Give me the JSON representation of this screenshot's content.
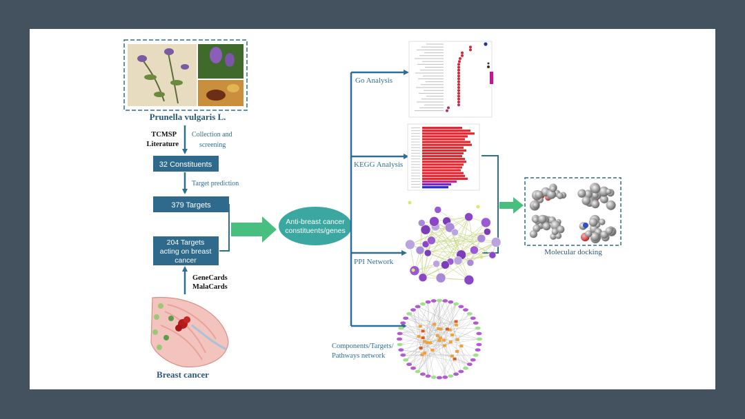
{
  "colors": {
    "frame": "#44515e",
    "arrow_blue": "#2e6f91",
    "box_blue": "#2f6a8c",
    "teal": "#3aa7a1",
    "green_arrow": "#47c07f",
    "title_blue": "#2c5777"
  },
  "left": {
    "herb_title": "Prunella vulgaris L.",
    "tcmsp": "TCMSP",
    "literature": "Literature",
    "collection_line1": "Collection and",
    "collection_line2": "screening",
    "constituents_box": "32  Constituents",
    "target_prediction": "Target prediction",
    "targets_box": "379  Targets",
    "acting_line1": "204   Targets",
    "acting_line2": "acting on breast",
    "acting_line3": "cancer",
    "genecards": "GeneCards",
    "malacards": "MalaCards",
    "breast_cancer": "Breast cancer"
  },
  "center": {
    "ellipse_line1": "Anti-breast cancer",
    "ellipse_line2": "constituents/genes"
  },
  "right": {
    "go_analysis": "Go Analysis",
    "kegg_analysis": "KEGG Analysis",
    "ppi_network": "PPI Network",
    "ctp_line1": "Components/Targets/",
    "ctp_line2": "Pathways network",
    "molecular_docking": "Molecular docking"
  }
}
